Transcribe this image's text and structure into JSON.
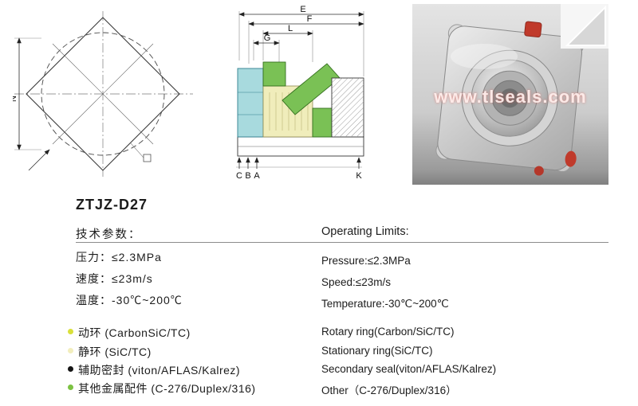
{
  "model": "ZTJZ-D27",
  "diagram": {
    "front": {
      "n": "N"
    },
    "section": {
      "e": "E",
      "f": "F",
      "l": "L",
      "g": "G",
      "c": "C",
      "b": "B",
      "a": "A",
      "k": "K"
    }
  },
  "photo": {
    "watermark": "www.tlseals.com"
  },
  "specs": {
    "zh_header": "技术参数：",
    "en_header": "Operating Limits:",
    "rows": [
      {
        "zh": "压力：≤2.3MPa",
        "en": "Pressure:≤2.3MPa"
      },
      {
        "zh": "速度：≤23m/s",
        "en": "Speed:≤23m/s"
      },
      {
        "zh": "温度：-30℃~200℃",
        "en": "Temperature:-30℃~200℃"
      }
    ],
    "bullets": [
      {
        "zh": "动环 (CarbonSiC/TC)",
        "en": "Rotary ring(Carbon/SiC/TC)",
        "color": "#d9e03a"
      },
      {
        "zh": "静环 (SiC/TC)",
        "en": "Stationary ring(SiC/TC)",
        "color": "#f2eebd"
      },
      {
        "zh": "辅助密封 (viton/AFLAS/Kalrez)",
        "en": "Secondary seal(viton/AFLAS/Kalrez)",
        "color": "#151515"
      },
      {
        "zh": "其他金属配件 (C-276/Duplex/316)",
        "en": "Other（C-276/Duplex/316）",
        "color": "#7cc242"
      }
    ]
  }
}
